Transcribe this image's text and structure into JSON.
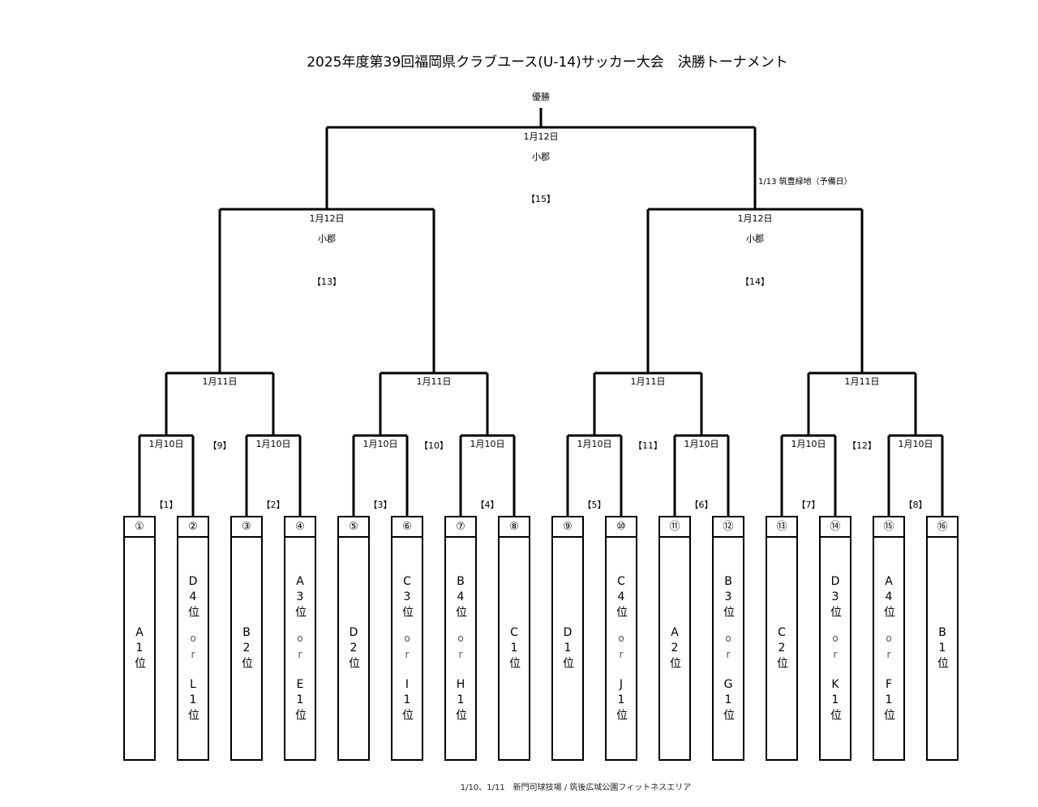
{
  "title": "2025年度第39回福岡県クラブユース(U-14)サッカー大会　決勝トーナメント",
  "champion_label": "優勝",
  "final": {
    "date": "1月12日",
    "venue": "小郡",
    "match": "【15】",
    "reserve_note": "1/13 筑豊緑地（予備日）"
  },
  "semifinals": [
    {
      "date": "1月12日",
      "venue": "小郡",
      "match": "【13】"
    },
    {
      "date": "1月12日",
      "venue": "小郡",
      "match": "【14】"
    }
  ],
  "quarterfinals": [
    {
      "date": "1月11日"
    },
    {
      "date": "1月11日"
    },
    {
      "date": "1月11日"
    },
    {
      "date": "1月11日"
    }
  ],
  "quarter_matches": [
    "【9】",
    "【10】",
    "【11】",
    "【12】"
  ],
  "round1": [
    {
      "date": "1月10日",
      "match": "【1】"
    },
    {
      "date": "1月10日",
      "match": "【2】"
    },
    {
      "date": "1月10日",
      "match": "【3】"
    },
    {
      "date": "1月10日",
      "match": "【4】"
    },
    {
      "date": "1月10日",
      "match": "【5】"
    },
    {
      "date": "1月10日",
      "match": "【6】"
    },
    {
      "date": "1月10日",
      "match": "【7】"
    },
    {
      "date": "1月10日",
      "match": "【8】"
    }
  ],
  "slots": [
    {
      "num": "①",
      "team": "A1位"
    },
    {
      "num": "②",
      "team": "D4位",
      "or": "or",
      "alt": "L1位"
    },
    {
      "num": "③",
      "team": "B2位"
    },
    {
      "num": "④",
      "team": "A3位",
      "or": "or",
      "alt": "E1位"
    },
    {
      "num": "⑤",
      "team": "D2位"
    },
    {
      "num": "⑥",
      "team": "C3位",
      "or": "or",
      "alt": "I1位"
    },
    {
      "num": "⑦",
      "team": "B4位",
      "or": "or",
      "alt": "H1位"
    },
    {
      "num": "⑧",
      "team": "C1位"
    },
    {
      "num": "⑨",
      "team": "D1位"
    },
    {
      "num": "⑩",
      "team": "C4位",
      "or": "or",
      "alt": "J1位"
    },
    {
      "num": "⑪",
      "team": "A2位"
    },
    {
      "num": "⑫",
      "team": "B3位",
      "or": "or",
      "alt": "G1位"
    },
    {
      "num": "⑬",
      "team": "C2位"
    },
    {
      "num": "⑭",
      "team": "D3位",
      "or": "or",
      "alt": "K1位"
    },
    {
      "num": "⑮",
      "team": "A4位",
      "or": "or",
      "alt": "F1位"
    },
    {
      "num": "⑯",
      "team": "B1位"
    }
  ],
  "footer": "1/10、1/11　新門司球技場 / 筑後広域公園フィットネスエリア"
}
